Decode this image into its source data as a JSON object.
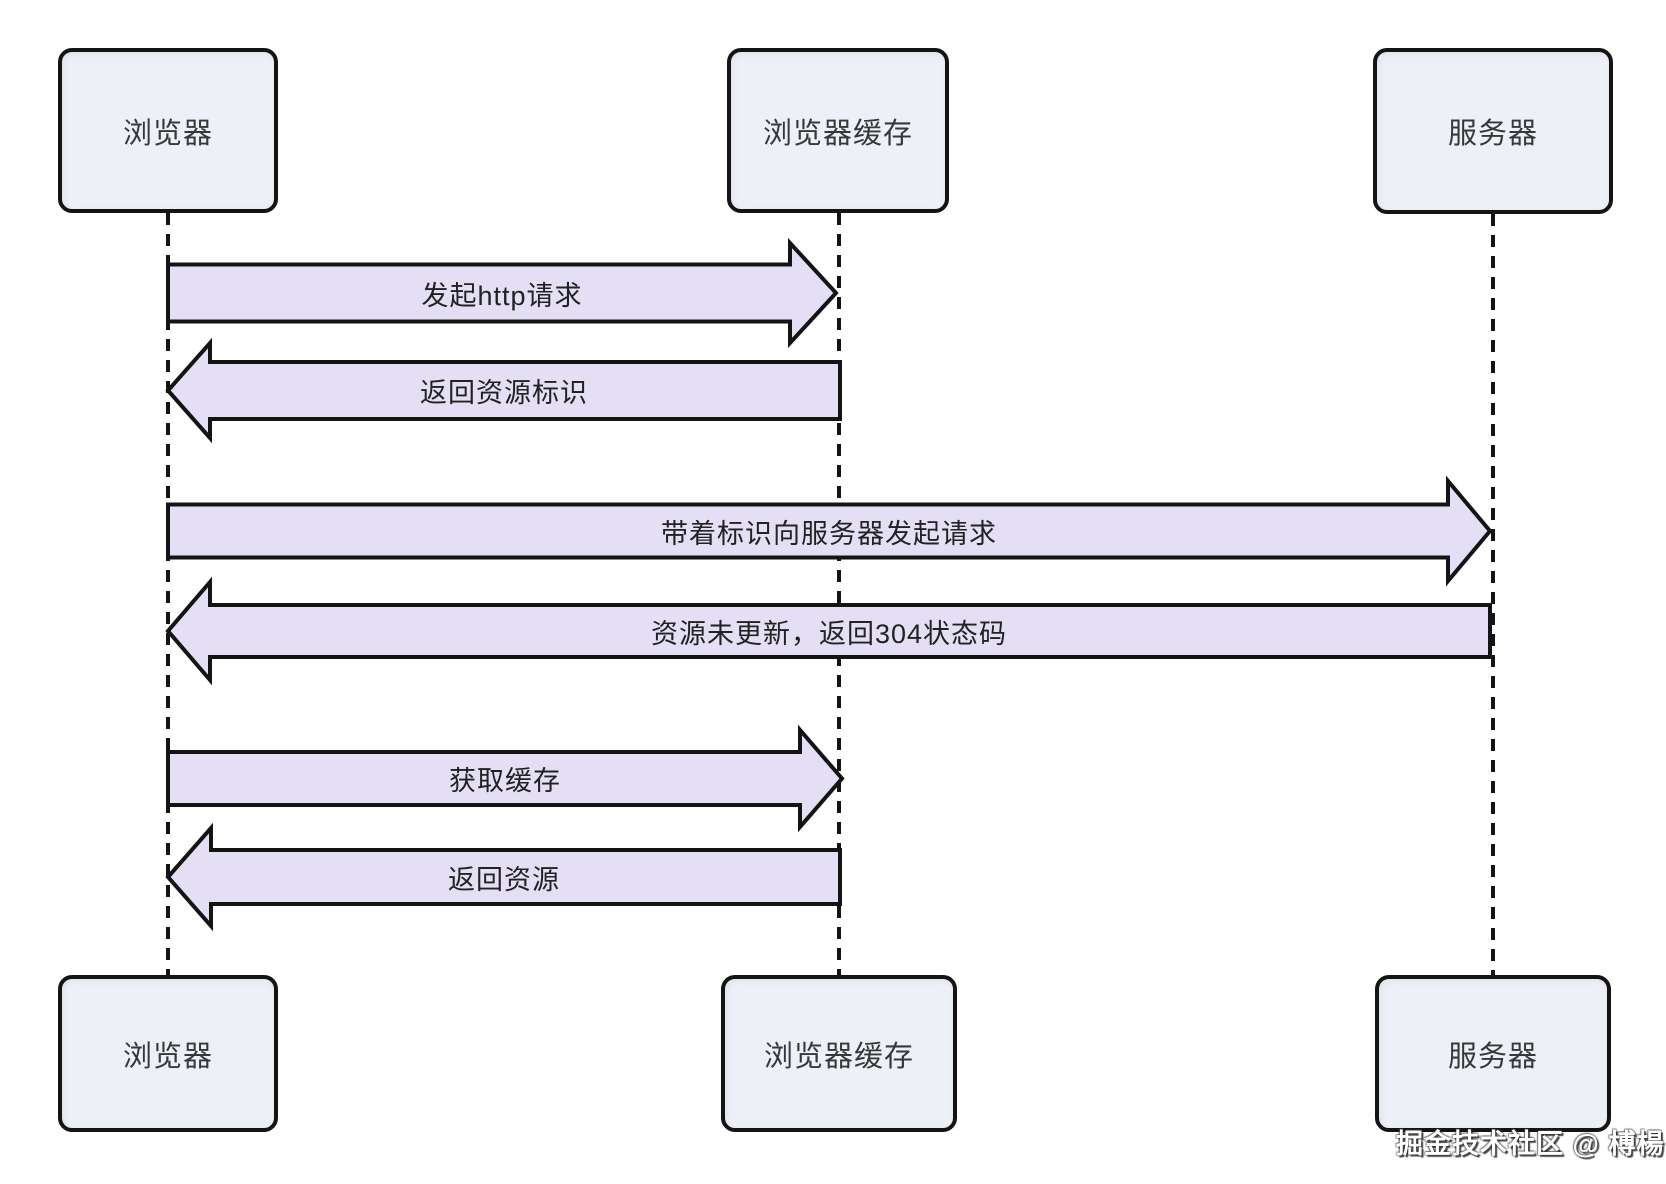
{
  "diagram": {
    "title_semantic": "negotiated-cache-sequence-diagram",
    "actors_top": [
      {
        "label": "浏览器"
      },
      {
        "label": "浏览器缓存"
      },
      {
        "label": "服务器"
      }
    ],
    "actors_bottom": [
      {
        "label": "浏览器"
      },
      {
        "label": "浏览器缓存"
      },
      {
        "label": "服务器"
      }
    ],
    "messages": [
      {
        "label": "发起http请求",
        "from": "浏览器",
        "to": "浏览器缓存",
        "direction": "right"
      },
      {
        "label": "返回资源标识",
        "from": "浏览器缓存",
        "to": "浏览器",
        "direction": "left"
      },
      {
        "label": "带着标识向服务器发起请求",
        "from": "浏览器",
        "to": "服务器",
        "direction": "right"
      },
      {
        "label": "资源未更新，返回304状态码",
        "from": "服务器",
        "to": "浏览器",
        "direction": "left"
      },
      {
        "label": "获取缓存",
        "from": "浏览器",
        "to": "浏览器缓存",
        "direction": "right"
      },
      {
        "label": "返回资源",
        "from": "浏览器缓存",
        "to": "浏览器",
        "direction": "left"
      }
    ],
    "watermark": "掘金技术社区 @ 榑楊",
    "colors": {
      "box_fill": "#eef0f8",
      "arrow_fill": "#e5dff6",
      "stroke": "#141414",
      "background": "#ffffff"
    }
  }
}
